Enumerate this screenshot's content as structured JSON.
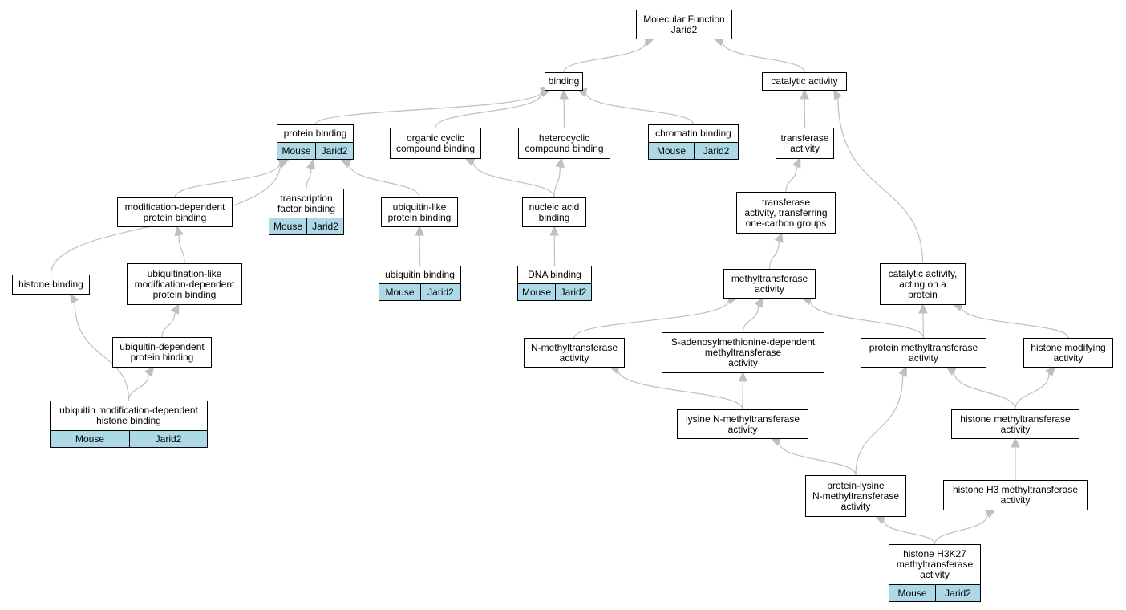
{
  "title": "Molecular Function\nJarid2",
  "colors": {
    "edge": "#bfbfbf",
    "annotation_fill": "#add8e6",
    "node_fill": "#ffffff",
    "border": "#000000"
  },
  "annotation": {
    "organism": "Mouse",
    "gene": "Jarid2"
  },
  "nodes": [
    {
      "id": "root",
      "label": "Molecular Function\nJarid2"
    },
    {
      "id": "binding",
      "label": "binding"
    },
    {
      "id": "catalytic",
      "label": "catalytic activity"
    },
    {
      "id": "protein_binding",
      "label": "protein binding",
      "annotated": true
    },
    {
      "id": "organic_cyclic",
      "label": "organic cyclic\ncompound binding"
    },
    {
      "id": "heterocyclic",
      "label": "heterocyclic\ncompound binding"
    },
    {
      "id": "chromatin",
      "label": "chromatin binding",
      "annotated": true
    },
    {
      "id": "transferase",
      "label": "transferase\nactivity"
    },
    {
      "id": "tf_binding",
      "label": "transcription\nfactor binding",
      "annotated": true
    },
    {
      "id": "mod_dep",
      "label": "modification-dependent\nprotein binding"
    },
    {
      "id": "ubl_binding",
      "label": "ubiquitin-like\nprotein binding"
    },
    {
      "id": "nucleic",
      "label": "nucleic acid\nbinding"
    },
    {
      "id": "transferase_1c",
      "label": "transferase\nactivity, transferring\none-carbon groups"
    },
    {
      "id": "ubl_mod_dep",
      "label": "ubiquitination-like\nmodification-dependent\nprotein binding"
    },
    {
      "id": "ubiquitin_binding",
      "label": "ubiquitin binding",
      "annotated": true
    },
    {
      "id": "dna_binding",
      "label": "DNA binding",
      "annotated": true
    },
    {
      "id": "histone_binding",
      "label": "histone binding"
    },
    {
      "id": "methyltransferase",
      "label": "methyltransferase\nactivity"
    },
    {
      "id": "cat_protein",
      "label": "catalytic activity,\nacting on a\nprotein"
    },
    {
      "id": "ub_dep",
      "label": "ubiquitin-dependent\nprotein binding"
    },
    {
      "id": "n_mt",
      "label": "N-methyltransferase\nactivity"
    },
    {
      "id": "sam_mt",
      "label": "S-adenosylmethionine-dependent\nmethyltransferase\nactivity"
    },
    {
      "id": "prot_mt",
      "label": "protein methyltransferase\nactivity"
    },
    {
      "id": "hist_mod",
      "label": "histone modifying\nactivity"
    },
    {
      "id": "ub_mod_hist",
      "label": "ubiquitin modification-dependent\nhistone binding",
      "annotated": true
    },
    {
      "id": "lys_n_mt",
      "label": "lysine N-methyltransferase\nactivity"
    },
    {
      "id": "hist_mt",
      "label": "histone methyltransferase\nactivity"
    },
    {
      "id": "prot_lys_mt",
      "label": "protein-lysine\nN-methyltransferase\nactivity"
    },
    {
      "id": "h3_mt",
      "label": "histone H3 methyltransferase\nactivity"
    },
    {
      "id": "h3k27_mt",
      "label": "histone H3K27\nmethyltransferase\nactivity",
      "annotated": true
    }
  ],
  "edges": [
    [
      "binding",
      "root"
    ],
    [
      "catalytic",
      "root"
    ],
    [
      "protein_binding",
      "binding"
    ],
    [
      "organic_cyclic",
      "binding"
    ],
    [
      "heterocyclic",
      "binding"
    ],
    [
      "chromatin",
      "binding"
    ],
    [
      "transferase",
      "catalytic"
    ],
    [
      "cat_protein",
      "catalytic"
    ],
    [
      "tf_binding",
      "protein_binding"
    ],
    [
      "mod_dep",
      "protein_binding"
    ],
    [
      "ubl_binding",
      "protein_binding"
    ],
    [
      "histone_binding",
      "protein_binding"
    ],
    [
      "nucleic",
      "organic_cyclic"
    ],
    [
      "nucleic",
      "heterocyclic"
    ],
    [
      "transferase_1c",
      "transferase"
    ],
    [
      "ubl_mod_dep",
      "mod_dep"
    ],
    [
      "ubiquitin_binding",
      "ubl_binding"
    ],
    [
      "dna_binding",
      "nucleic"
    ],
    [
      "methyltransferase",
      "transferase_1c"
    ],
    [
      "ub_dep",
      "ubl_mod_dep"
    ],
    [
      "n_mt",
      "methyltransferase"
    ],
    [
      "sam_mt",
      "methyltransferase"
    ],
    [
      "prot_mt",
      "methyltransferase"
    ],
    [
      "prot_mt",
      "cat_protein"
    ],
    [
      "hist_mod",
      "cat_protein"
    ],
    [
      "ub_mod_hist",
      "ub_dep"
    ],
    [
      "ub_mod_hist",
      "histone_binding"
    ],
    [
      "lys_n_mt",
      "n_mt"
    ],
    [
      "lys_n_mt",
      "sam_mt"
    ],
    [
      "hist_mt",
      "prot_mt"
    ],
    [
      "hist_mt",
      "hist_mod"
    ],
    [
      "prot_lys_mt",
      "lys_n_mt"
    ],
    [
      "prot_lys_mt",
      "prot_mt"
    ],
    [
      "h3_mt",
      "hist_mt"
    ],
    [
      "h3k27_mt",
      "prot_lys_mt"
    ],
    [
      "h3k27_mt",
      "h3_mt"
    ]
  ]
}
